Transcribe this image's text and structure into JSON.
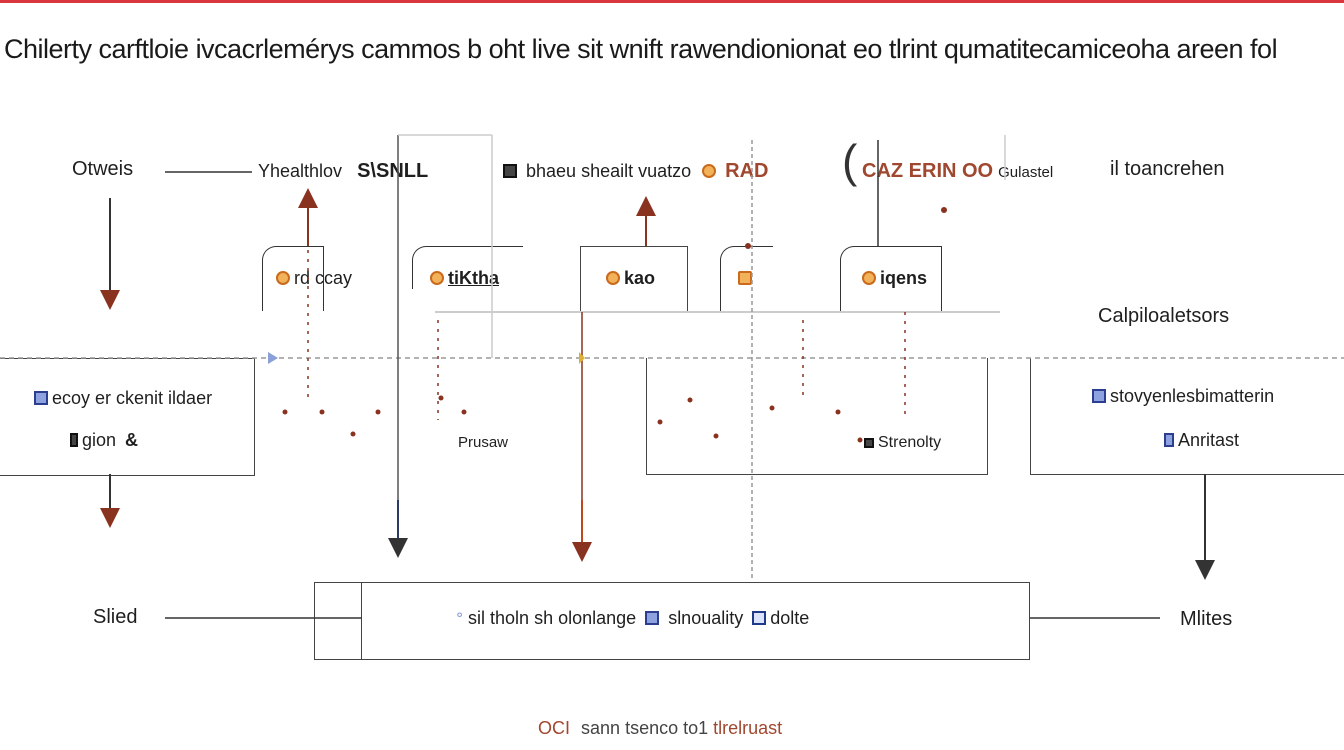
{
  "title": "Chilerty carftloie ivcacrlemérys cammos b oht live sit wnift rawendionionat eo tlrint qumatitecamiceoha areen fol",
  "left_labels": {
    "top": "Otweis",
    "bottom": "Slied"
  },
  "right_labels": {
    "top": "il toancrehen",
    "middle": "Calpiloaletsors",
    "bottom": "Mlites"
  },
  "header_row": {
    "item1_prefix": "Yhealthlov",
    "item1_bold": "S\\SNLL",
    "item2": "bhaeu sheailt vuatzo",
    "item2_bold": "RAD",
    "item3": "CAZ ERIN OO",
    "item3_suffix": "Gulastel"
  },
  "tabs": [
    {
      "label": "rd ccay",
      "icon": "gear-icon"
    },
    {
      "label": "tiKtha",
      "icon": "badge-icon"
    },
    {
      "label": "kao",
      "icon": "tag-icon"
    },
    {
      "label": "",
      "icon": "folder-icon"
    },
    {
      "label": "iqens",
      "icon": "settings-icon"
    }
  ],
  "middle_boxes": {
    "left_line1": "ecoy er ckenit ildaer",
    "left_line2": "gion",
    "center_label": "Prusaw",
    "center_right_label": "Strenolty",
    "right_line1": "stovyenlesbimatterin",
    "right_line2": "Anritast"
  },
  "bottom_box": {
    "text1": "sil tholn sh olonlange",
    "text2": "slnouality",
    "text3": "dolte"
  },
  "footer": {
    "prefix": "OCI",
    "text": "sann tsenco to1",
    "accent": "tlrelruast"
  },
  "colors": {
    "accent_red": "#d9363e",
    "arrow_brown": "#8a3220",
    "arrow_orange": "#c0461f",
    "arrow_navy": "#2b3a67",
    "line_dark": "#333333"
  }
}
